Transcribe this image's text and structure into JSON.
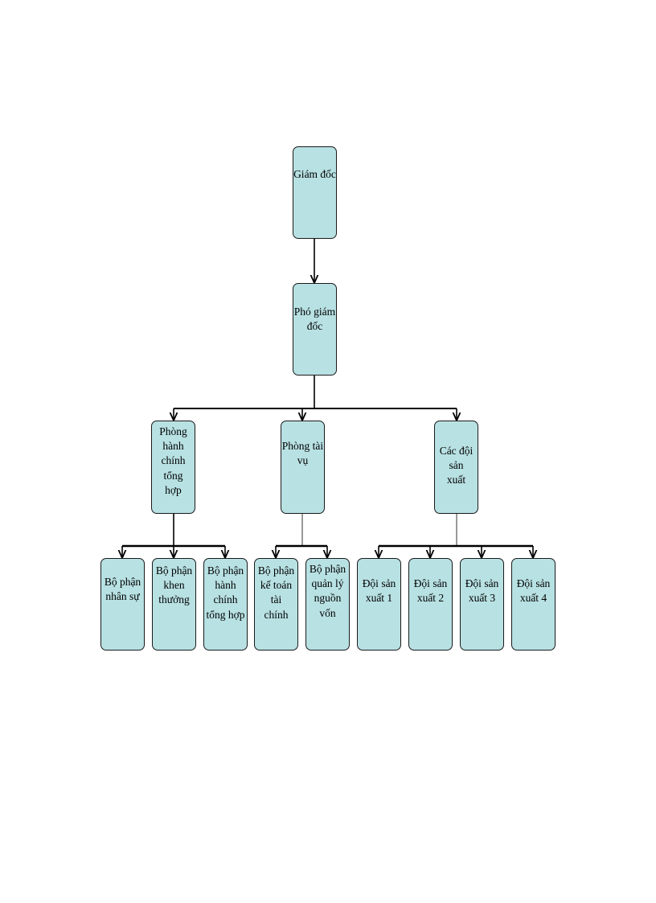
{
  "theme": {
    "box_fill": "#b8e1e3",
    "box_border": "#1a1a1a",
    "connector_color": "#000000"
  },
  "nodes": {
    "director": {
      "label": "Giám đốc"
    },
    "deputy_director": {
      "label": "Phó giám\nđốc"
    },
    "admin_office": {
      "label": "Phòng hành\nchính tổng\nhợp"
    },
    "finance_office": {
      "label": "Phòng tài\nvụ"
    },
    "production_teams": {
      "label": "Các đội sản\nxuất"
    },
    "hr_unit": {
      "label": "Bộ phận\nnhân sự"
    },
    "reward_unit": {
      "label": "Bộ phận\nkhen\nthưởng"
    },
    "general_admin_unit": {
      "label": "Bộ phận\nhành chính\ntổng  hợp"
    },
    "accounting_unit": {
      "label": "Bộ phận\nkế toán tài\nchính"
    },
    "capital_unit": {
      "label": "Bộ phận\nquản lý\nnguồn vốn"
    },
    "team_1": {
      "label": "Đội sản\nxuất 1"
    },
    "team_2": {
      "label": "Đội sản\nxuất 2"
    },
    "team_3": {
      "label": "Đội sản\nxuất 3"
    },
    "team_4": {
      "label": "Đội sản\nxuất 4"
    }
  },
  "edges": [
    {
      "from": "director",
      "to": "deputy_director"
    },
    {
      "from": "deputy_director",
      "to": "admin_office"
    },
    {
      "from": "deputy_director",
      "to": "finance_office"
    },
    {
      "from": "deputy_director",
      "to": "production_teams"
    },
    {
      "from": "admin_office",
      "to": "hr_unit"
    },
    {
      "from": "admin_office",
      "to": "reward_unit"
    },
    {
      "from": "admin_office",
      "to": "general_admin_unit"
    },
    {
      "from": "finance_office",
      "to": "accounting_unit"
    },
    {
      "from": "finance_office",
      "to": "capital_unit"
    },
    {
      "from": "production_teams",
      "to": "team_1"
    },
    {
      "from": "production_teams",
      "to": "team_2"
    },
    {
      "from": "production_teams",
      "to": "team_3"
    },
    {
      "from": "production_teams",
      "to": "team_4"
    }
  ]
}
